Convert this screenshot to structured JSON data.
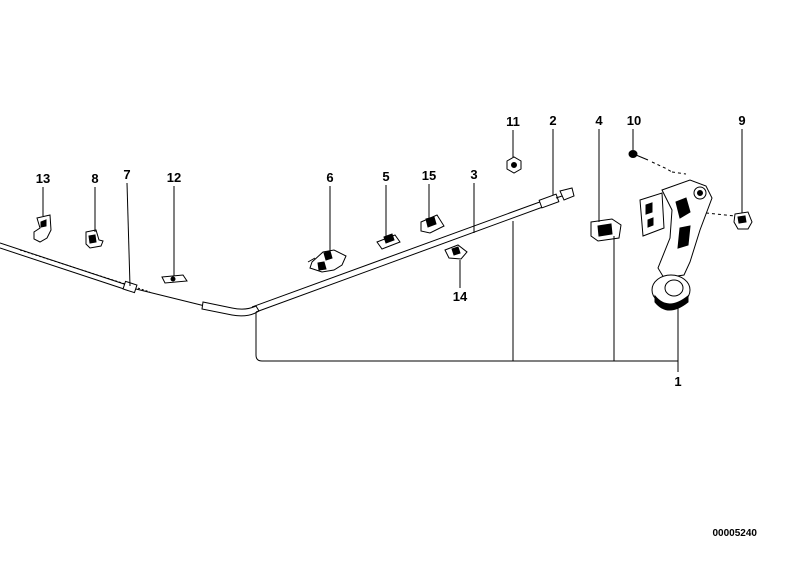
{
  "diagram": {
    "doc_code": "00005240",
    "callouts": [
      {
        "id": "1",
        "label": "1"
      },
      {
        "id": "2",
        "label": "2"
      },
      {
        "id": "3",
        "label": "3"
      },
      {
        "id": "4",
        "label": "4"
      },
      {
        "id": "5",
        "label": "5"
      },
      {
        "id": "6",
        "label": "6"
      },
      {
        "id": "7",
        "label": "7"
      },
      {
        "id": "8",
        "label": "8"
      },
      {
        "id": "9",
        "label": "9"
      },
      {
        "id": "10",
        "label": "10"
      },
      {
        "id": "11",
        "label": "11"
      },
      {
        "id": "12",
        "label": "12"
      },
      {
        "id": "13",
        "label": "13"
      },
      {
        "id": "14",
        "label": "14"
      },
      {
        "id": "15",
        "label": "15"
      }
    ]
  }
}
